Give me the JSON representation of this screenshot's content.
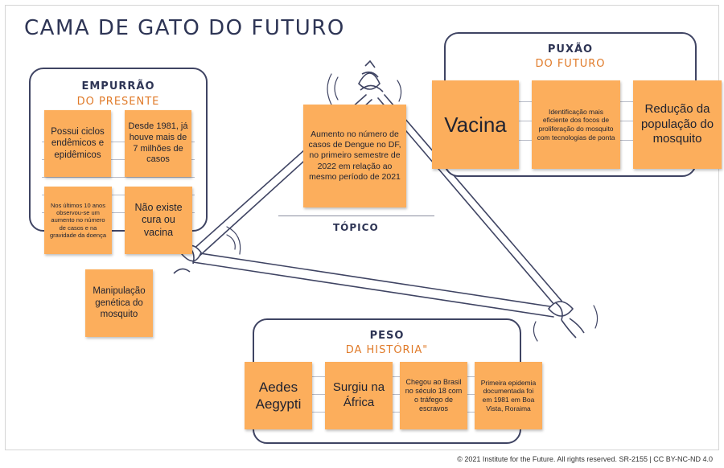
{
  "title": "CAMA DE GATO DO FUTURO",
  "push": {
    "line1": "EMPURRÃO",
    "line2": "DO PRESENTE"
  },
  "pull": {
    "line1": "PUXÃO",
    "line2": "DO FUTURO"
  },
  "weight": {
    "line1": "PESO",
    "line2": "DA HISTÓRIA\""
  },
  "topic_label": "TÓPICO",
  "notes": {
    "topic": "Aumento no número de casos de Dengue no DF, no primeiro semestre de 2022 em relação ao mesmo período de 2021",
    "push_1": "Possui ciclos endêmicos e epidêmicos",
    "push_2": "Desde 1981, já houve mais de 7 milhões de casos",
    "push_3": "Nos últimos 10 anos observou-se um aumento no número de casos e na gravidade da doença",
    "push_4": "Não existe cura ou vacina",
    "push_5": "Manipulação genética do mosquito",
    "pull_1": "Vacina",
    "pull_2": "Identificação mais eficiente dos focos de proliferação do mosquito com tecnologias de ponta",
    "pull_3": "Redução da população do mosquito",
    "weight_1": "Aedes Aegypti",
    "weight_2": "Surgiu na África",
    "weight_3": "Chegou ao Brasil no século 18 com o tráfego de escravos",
    "weight_4": "Primeira epidemia documentada foi em 1981 em Boa Vista, Roraima"
  },
  "footer": "© 2021 Institute for the Future. All rights reserved. SR-2155 | CC BY-NC-ND 4.0",
  "colors": {
    "sticky": "#fcae5c",
    "navy": "#2e3555",
    "accent": "#e07b2a"
  }
}
